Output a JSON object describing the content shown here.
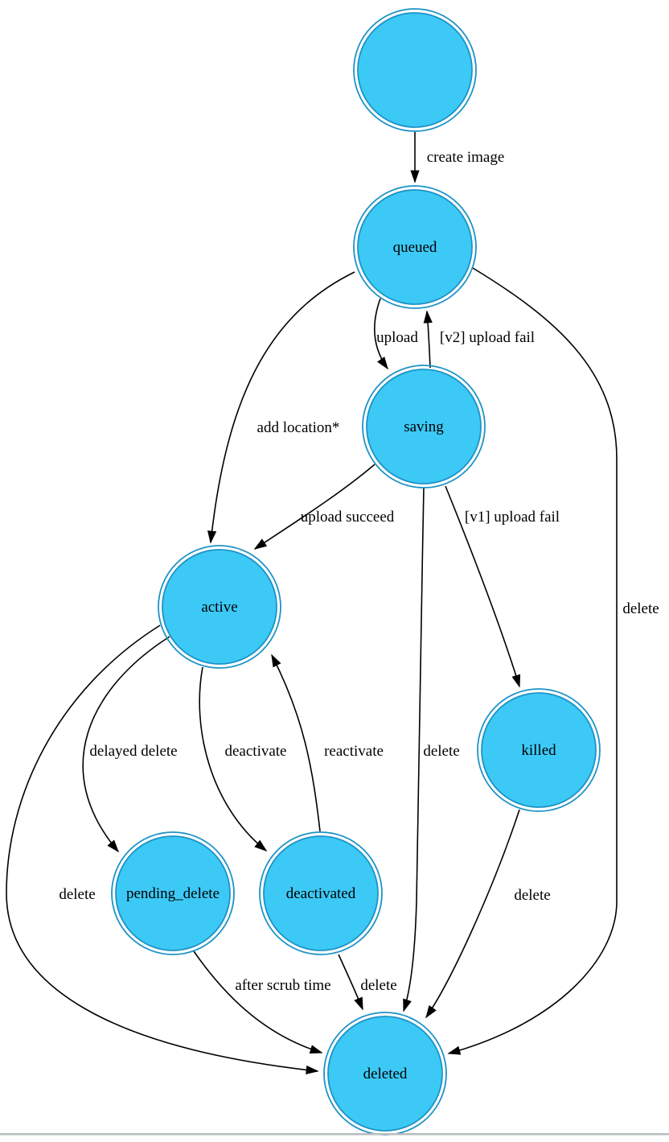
{
  "diagram": {
    "kind": "state-machine",
    "nodes": {
      "start": {
        "label": ""
      },
      "queued": {
        "label": "queued"
      },
      "saving": {
        "label": "saving"
      },
      "active": {
        "label": "active"
      },
      "killed": {
        "label": "killed"
      },
      "pending_delete": {
        "label": "pending_delete"
      },
      "deactivated": {
        "label": "deactivated"
      },
      "deleted": {
        "label": "deleted"
      }
    },
    "edges": [
      {
        "from": "start",
        "to": "queued",
        "label": "create image"
      },
      {
        "from": "queued",
        "to": "saving",
        "label": "upload"
      },
      {
        "from": "saving",
        "to": "queued",
        "label": "[v2] upload fail"
      },
      {
        "from": "queued",
        "to": "active",
        "label": "add location*"
      },
      {
        "from": "saving",
        "to": "active",
        "label": "upload succeed"
      },
      {
        "from": "saving",
        "to": "killed",
        "label": "[v1] upload fail"
      },
      {
        "from": "saving",
        "to": "deleted",
        "label": "delete"
      },
      {
        "from": "queued",
        "to": "deleted",
        "label": "delete"
      },
      {
        "from": "active",
        "to": "pending_delete",
        "label": "delayed delete"
      },
      {
        "from": "active",
        "to": "deactivated",
        "label": "deactivate"
      },
      {
        "from": "deactivated",
        "to": "active",
        "label": "reactivate"
      },
      {
        "from": "active",
        "to": "deleted",
        "label": "delete"
      },
      {
        "from": "pending_delete",
        "to": "deleted",
        "label": "after scrub time"
      },
      {
        "from": "deactivated",
        "to": "deleted",
        "label": "delete"
      },
      {
        "from": "killed",
        "to": "deleted",
        "label": "delete"
      }
    ],
    "colors": {
      "node_fill": "#3cc9f5",
      "node_stroke": "#1d93c7",
      "edge": "#000000",
      "text": "#000000",
      "background": "#ffffff",
      "bottom_divider": "#b7bcbe"
    }
  }
}
